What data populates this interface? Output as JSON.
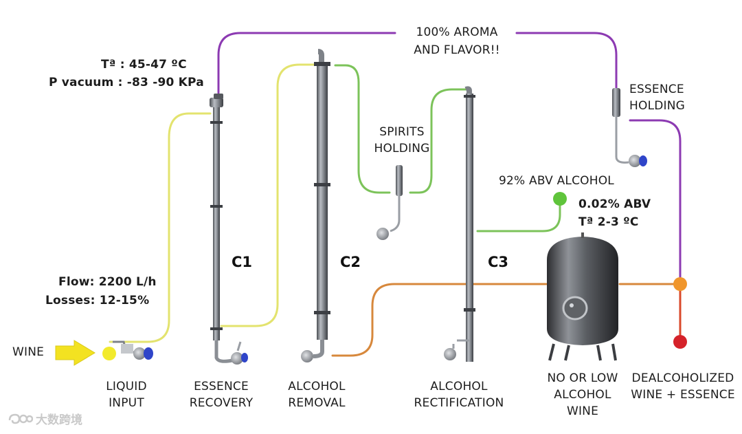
{
  "conditions": {
    "temperature": "Tª : 45-47 ºC",
    "pressure": "P vacuum : -83 -90 KPa"
  },
  "flow": {
    "rate": "Flow: 2200 L/h",
    "losses": "Losses: 12-15%"
  },
  "aroma_note": [
    "100% AROMA",
    "AND FLAVOR!!"
  ],
  "abv_alcohol": "92% ABV ALCOHOL",
  "product_specs": {
    "abv": "0.02% ABV",
    "temperature": "Tª 2-3 ºC"
  },
  "columns": [
    "C1",
    "C2",
    "C3"
  ],
  "holding": {
    "spirits": [
      "SPIRITS",
      "HOLDING"
    ],
    "essence": [
      "ESSENCE",
      "HOLDING"
    ]
  },
  "wine_input": "WINE",
  "stages": [
    {
      "lines": [
        "LIQUID",
        "INPUT"
      ]
    },
    {
      "lines": [
        "ESSENCE",
        "RECOVERY"
      ]
    },
    {
      "lines": [
        "ALCOHOL",
        "REMOVAL"
      ]
    },
    {
      "lines": [
        "ALCOHOL",
        "RECTIFICATION"
      ]
    },
    {
      "lines": [
        "NO OR LOW",
        "ALCOHOL",
        "WINE"
      ]
    },
    {
      "lines": [
        "DEALCOHOLIZED",
        "WINE + ESSENCE"
      ]
    }
  ],
  "watermark": "大数跨境",
  "colors": {
    "feed_line": "#e3e36e",
    "aroma_line": "#8c3ab2",
    "alcohol_line": "#7cc35a",
    "wine_line": "#d7883c",
    "dealc_line": "#d9492b",
    "node_yellow": "#f2ea2c",
    "node_green": "#5fc43b",
    "node_orange": "#f0962c",
    "node_red": "#d5222a",
    "wine_arrow": "#f3e221",
    "motor_blue": "#2f45c9"
  }
}
